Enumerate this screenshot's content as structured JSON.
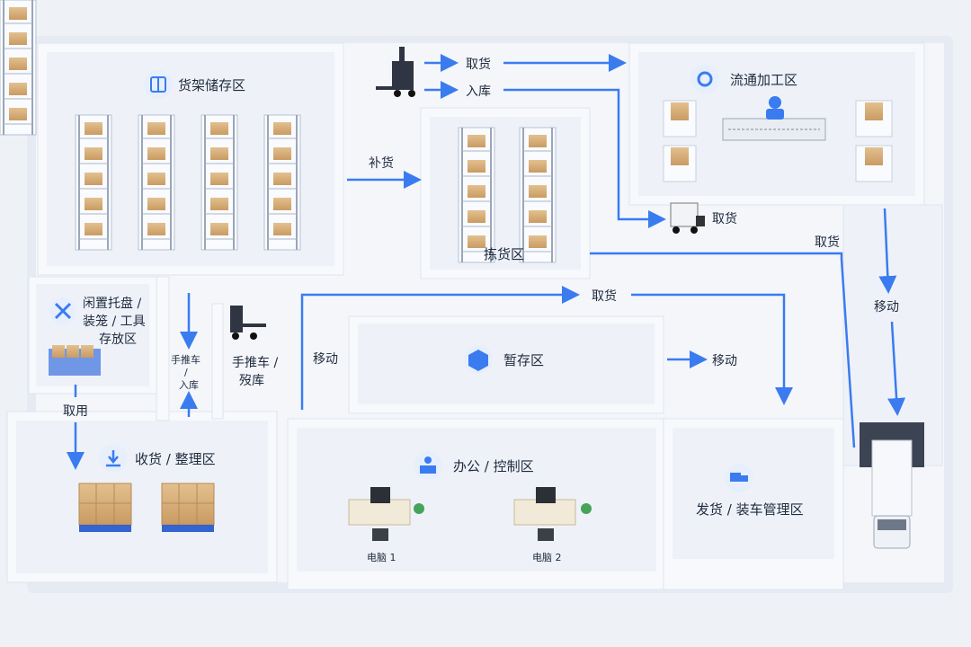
{
  "zones": {
    "rack_storage": "货架储存区",
    "processing": "流通加工区",
    "picking": "拣货区",
    "idle": [
      "闲置托盘 /",
      "装笼 / 工具",
      "存放区"
    ],
    "temp": "暂存区",
    "receiving": "收货 / 整理区",
    "office": "办公 / 控制区",
    "shipping": "发货 / 装车管理区"
  },
  "flows": {
    "take_goods_top": "取货",
    "inbound_top": "入库",
    "replenish": "补货",
    "take_goods_forklift": "取货",
    "take_goods_right": "取货",
    "move_right": "移动",
    "take_goods_mid": "取货",
    "handcart_inbound": [
      "手推车",
      "/",
      "入库"
    ],
    "handcart_return": [
      "手推车 /",
      "歿库"
    ],
    "move_left": "移动",
    "move_temp": "移动",
    "fetch_use": "取用"
  },
  "office": {
    "pc1": "电脑 1",
    "pc2": "电脑 2"
  },
  "colors": {
    "accent": "#3a7bf0",
    "wall": "#f7f9fc",
    "floor": "#eef2f8",
    "box": "#d9b27f"
  }
}
